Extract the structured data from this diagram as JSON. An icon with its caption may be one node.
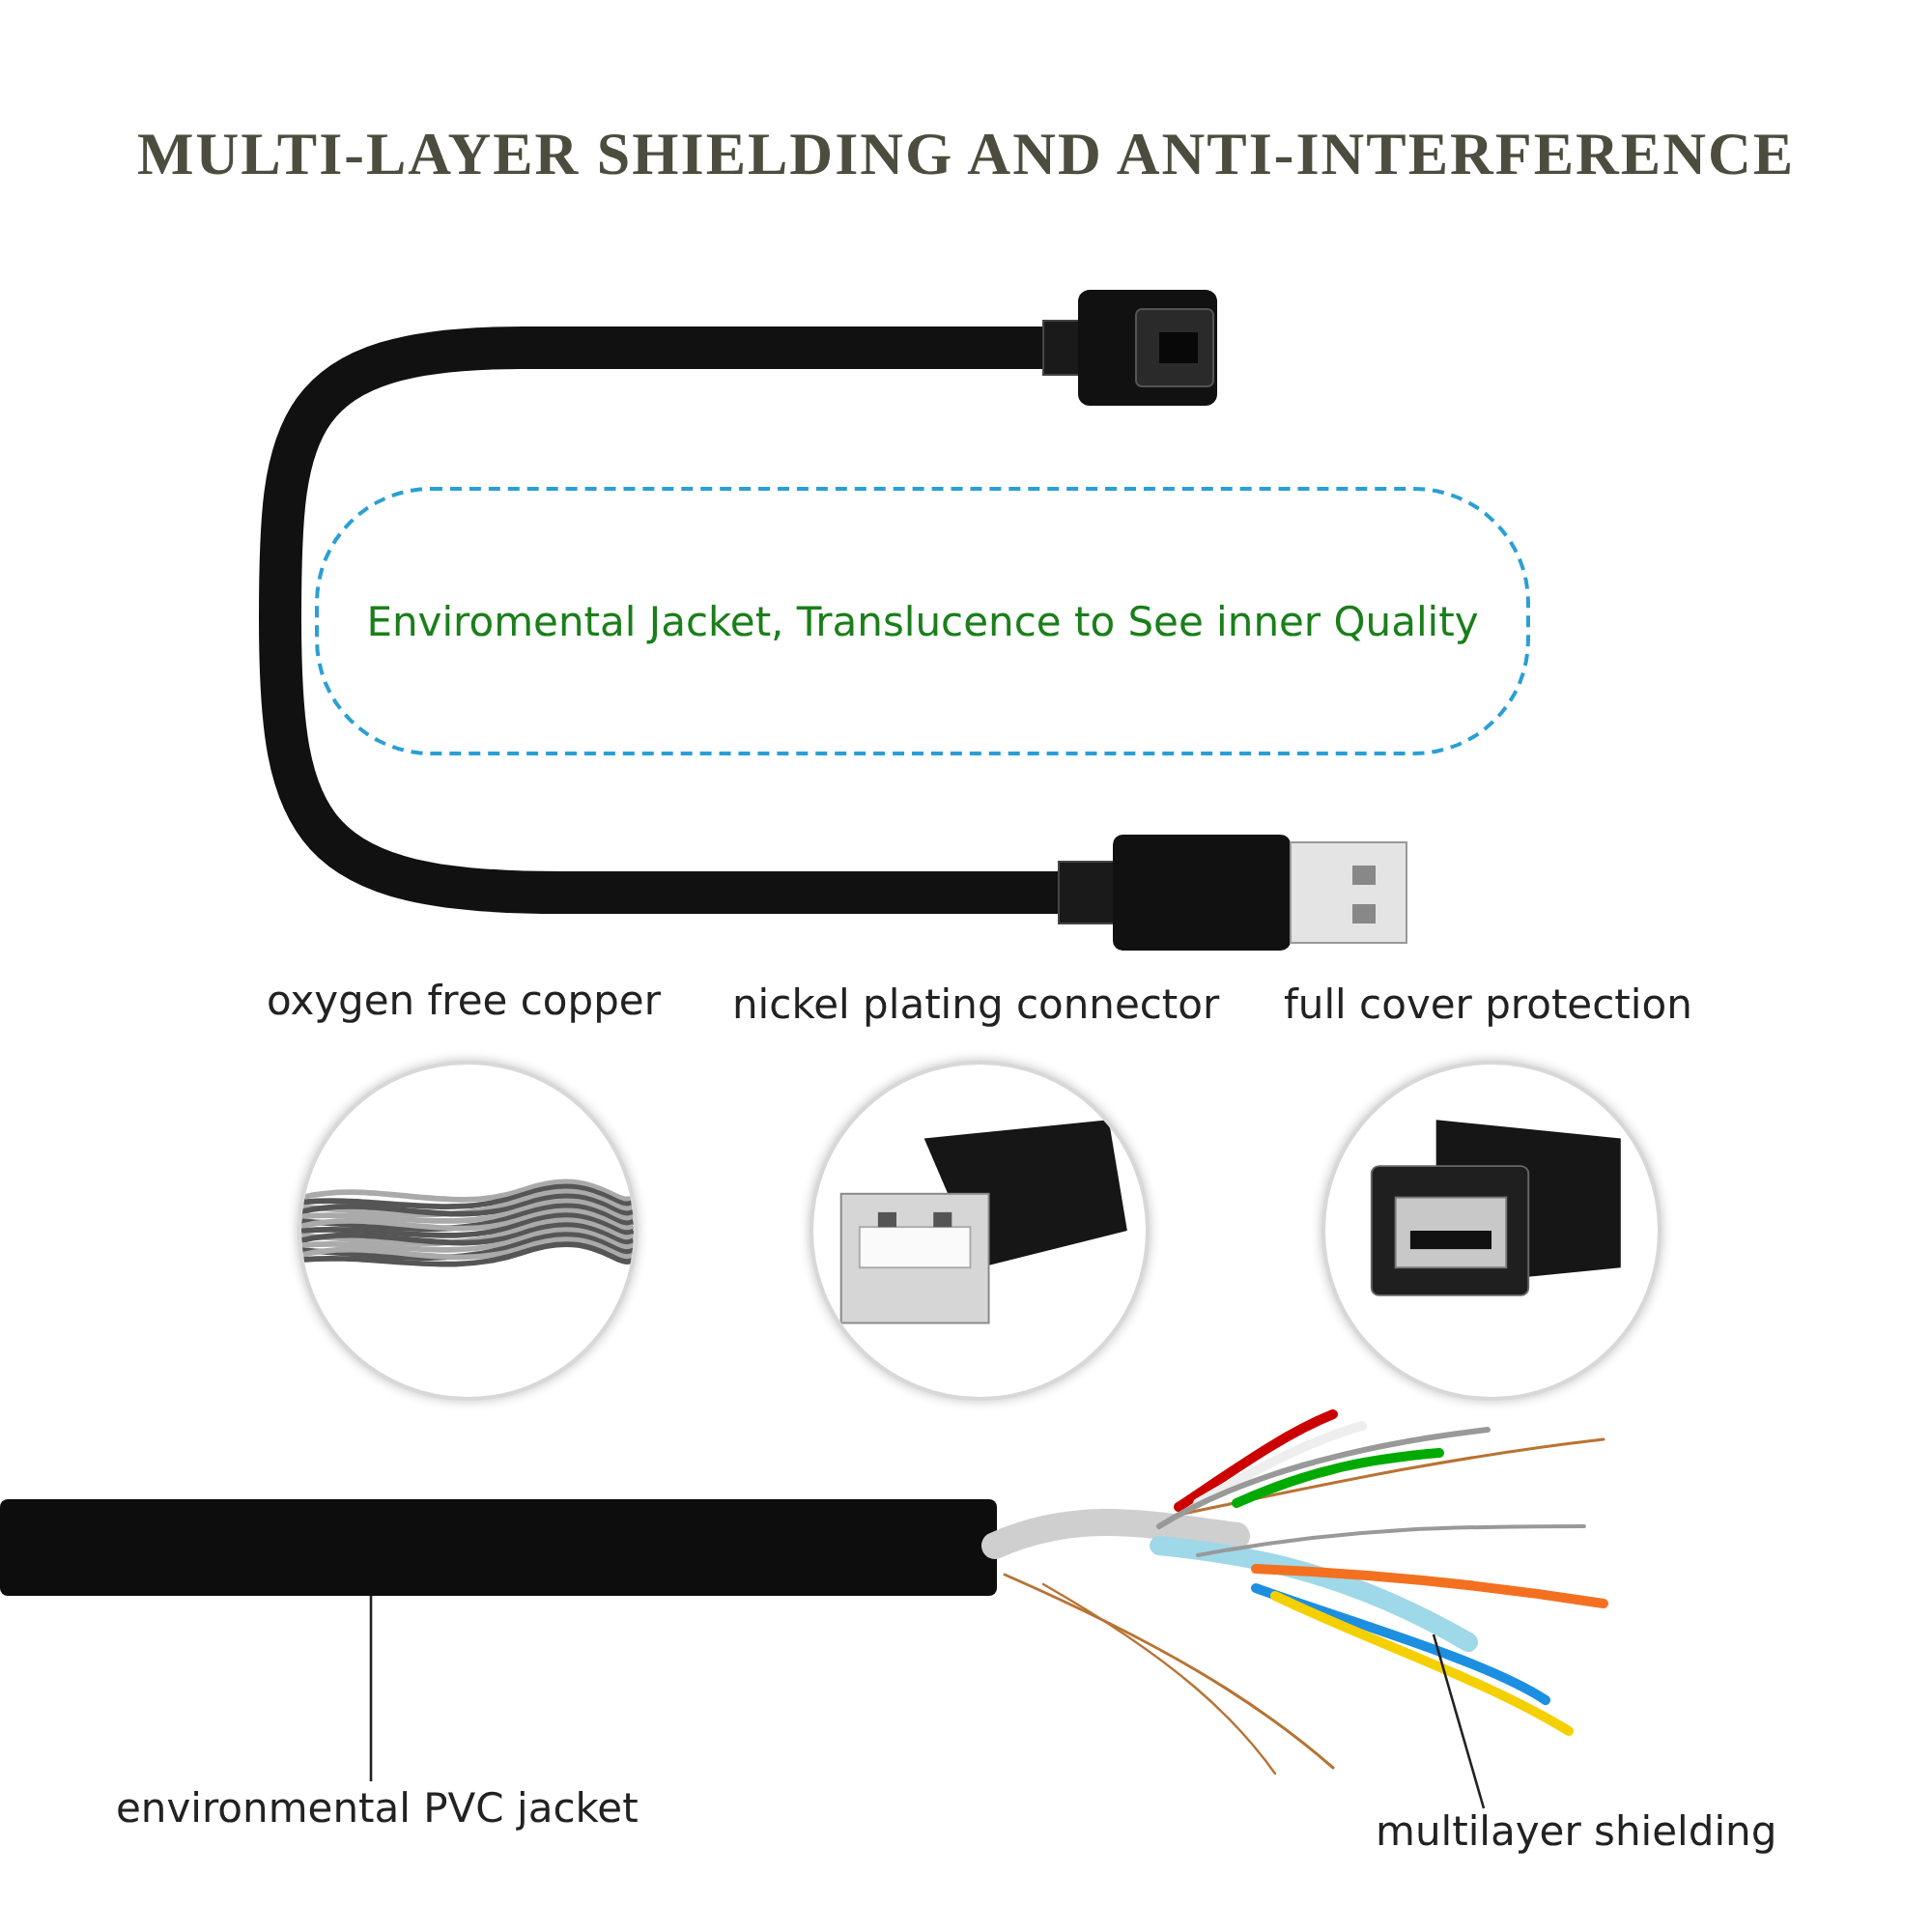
{
  "diagram": {
    "title": "MULTI-LAYER SHIELDING AND ANTI-INTERFERENCE",
    "nodes": [
      {
        "text": [
          "Enviromental Jacket, Translucence to See inner Quality"
        ]
      },
      {
        "text": [],
        "shape": "picture",
        "beside": [
          "oxygen free copper"
        ]
      },
      {
        "text": [],
        "shape": "picture",
        "beside": [
          "nickel plating connector"
        ]
      },
      {
        "text": [],
        "shape": "picture",
        "beside": [
          "full cover protection"
        ]
      },
      {
        "text": [],
        "shape": "picture"
      },
      {
        "text": [],
        "shape": "picture"
      },
      {
        "text": [
          "environmental PVC jacket"
        ]
      },
      {
        "text": [
          "multilayer shielding"
        ]
      }
    ],
    "edges": [
      {
        "from": 6,
        "to": 4,
        "arrow": "none"
      },
      {
        "from": 7,
        "to": 5,
        "arrow": "none"
      }
    ]
  }
}
